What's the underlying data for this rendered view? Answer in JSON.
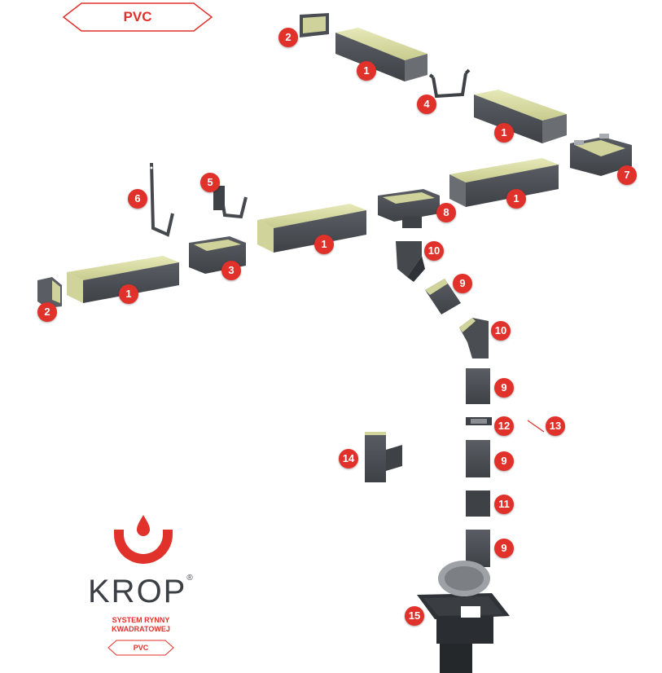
{
  "header": {
    "material_tag": "PVC"
  },
  "logo": {
    "brand": "KROP",
    "registered": "®",
    "subtitle_line1": "SYSTEM RYNNY",
    "subtitle_line2": "KWADRATOWEJ",
    "material_tag": "PVC"
  },
  "colors": {
    "accent": "#e1312b",
    "gutter_dark": "#4b4f55",
    "gutter_inner": "#d9dba2"
  },
  "parts": [
    {
      "num": "1",
      "name": "gutter"
    },
    {
      "num": "2",
      "name": "gutter-end-cap"
    },
    {
      "num": "3",
      "name": "gutter-connector"
    },
    {
      "num": "4",
      "name": "gutter-hanger"
    },
    {
      "num": "5",
      "name": "gutter-hook"
    },
    {
      "num": "6",
      "name": "long-hook"
    },
    {
      "num": "7",
      "name": "corner"
    },
    {
      "num": "8",
      "name": "outlet"
    },
    {
      "num": "9",
      "name": "downpipe"
    },
    {
      "num": "10",
      "name": "elbow"
    },
    {
      "num": "11",
      "name": "pipe-connector"
    },
    {
      "num": "12",
      "name": "pipe-clamp"
    },
    {
      "num": "13",
      "name": "clamp-pin"
    },
    {
      "num": "14",
      "name": "branch"
    },
    {
      "num": "15",
      "name": "drain-grate"
    }
  ],
  "badges": [
    {
      "label": "2"
    },
    {
      "label": "1"
    },
    {
      "label": "4"
    },
    {
      "label": "1"
    },
    {
      "label": "7"
    },
    {
      "label": "6"
    },
    {
      "label": "5"
    },
    {
      "label": "1"
    },
    {
      "label": "8"
    },
    {
      "label": "1"
    },
    {
      "label": "3"
    },
    {
      "label": "10"
    },
    {
      "label": "1"
    },
    {
      "label": "2"
    },
    {
      "label": "9"
    },
    {
      "label": "10"
    },
    {
      "label": "9"
    },
    {
      "label": "12"
    },
    {
      "label": "13"
    },
    {
      "label": "14"
    },
    {
      "label": "9"
    },
    {
      "label": "11"
    },
    {
      "label": "9"
    },
    {
      "label": "15"
    }
  ]
}
